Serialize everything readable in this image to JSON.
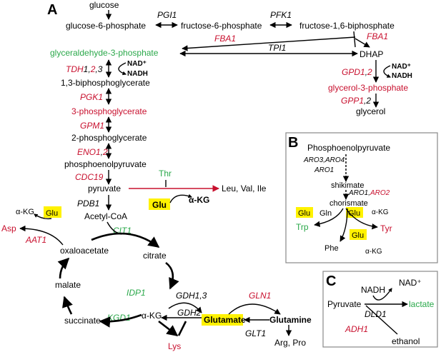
{
  "panel_a": {
    "label": "A",
    "glucose": "glucose",
    "g6p": "glucose-6-phosphate",
    "f6p": "fructose-6-phosphate",
    "f16bp": "fructose-1,6-biphosphate",
    "pgi1": "PGI1",
    "pfk1": "PFK1",
    "fba1_left": "FBA1",
    "fba1_right": "FBA1",
    "g3p": "glyceraldehyde-3-phosphate",
    "tpi1": "TPI1",
    "dhap": "DHAP",
    "tdh_a": "TDH",
    "tdh_1": "1",
    "tdh_c1": ",",
    "tdh_2": "2",
    "tdh_c2": ",",
    "tdh_3": "3",
    "nad_plus_1": "NAD⁺",
    "nadh_1": "NADH",
    "bpg": "1,3-biphosphoglycerate",
    "pgk1": "PGK1",
    "pg3": "3-phosphoglycerate",
    "gpm1": "GPM1",
    "pg2": "2-phosphoglycerate",
    "eno_a": "ENO",
    "eno_1": "1",
    "eno_c": ",",
    "eno_2": "2",
    "pep": "phosphoenolpyruvate",
    "cdc19": "CDC19",
    "pyruvate": "pyruvate",
    "thr": "Thr",
    "leu_val_ile": "Leu, Val, Ile",
    "glu_1": "Glu",
    "akg_1": "α-KG",
    "pdb1": "PDB1",
    "acetyl_coa": "Acetyl-CoA",
    "glu_2": "Glu",
    "akg_2": "α-KG",
    "asp": "Asp",
    "aat1": "AAT1",
    "cit1": "CIT1",
    "oxaloacetate": "oxaloacetate",
    "citrate": "citrate",
    "malate": "malate",
    "idp1": "IDP1",
    "gdh13": "GDH1,3",
    "gln1": "GLN1",
    "gdh2": "GDH2",
    "akg_3": "α-KG",
    "glutamate": "Glutamate",
    "glutamine": "Glutamine",
    "succinate": "succinate",
    "kgd1": "KGD1",
    "glt1": "GLT1",
    "lys": "Lys",
    "arg_pro": "Arg, Pro",
    "gpd_a": "GPD",
    "gpd_1": "1",
    "gpd_c": ",",
    "gpd_2": "2",
    "nad_plus_2": "NAD⁺",
    "nadh_2": "NADH",
    "glycerol_3p": "glycerol-3-phosphate",
    "gpp_a": "GPP",
    "gpp_1": "1",
    "gpp_c": ",",
    "gpp_2": "2",
    "glycerol": "glycerol"
  },
  "panel_b": {
    "label": "B",
    "pep": "Phosphoenolpyruvate",
    "aro34": "ARO3,ARO4",
    "aro1_top": "ARO1",
    "shikimate": "shikimate",
    "aro1": "ARO1,",
    "aro2": "ARO2",
    "chorismate": "chorismate",
    "glu_left": "Glu",
    "gln": "Gln",
    "glu_mid": "Glu",
    "akg_top": "α-KG",
    "trp": "Trp",
    "tyr": "Tyr",
    "glu_bottom": "Glu",
    "phe": "Phe",
    "akg_bottom": "α-KG"
  },
  "panel_c": {
    "label": "C",
    "nadh": "NADH",
    "nad_plus": "NAD⁺",
    "pyruvate": "Pyruvate",
    "lactate": "lactate",
    "dld1": "DLD1",
    "adh1": "ADH1",
    "ethanol": "ethanol"
  },
  "colors": {
    "red": "#c8102e",
    "green": "#2aa84a",
    "highlight": "#fff200"
  }
}
